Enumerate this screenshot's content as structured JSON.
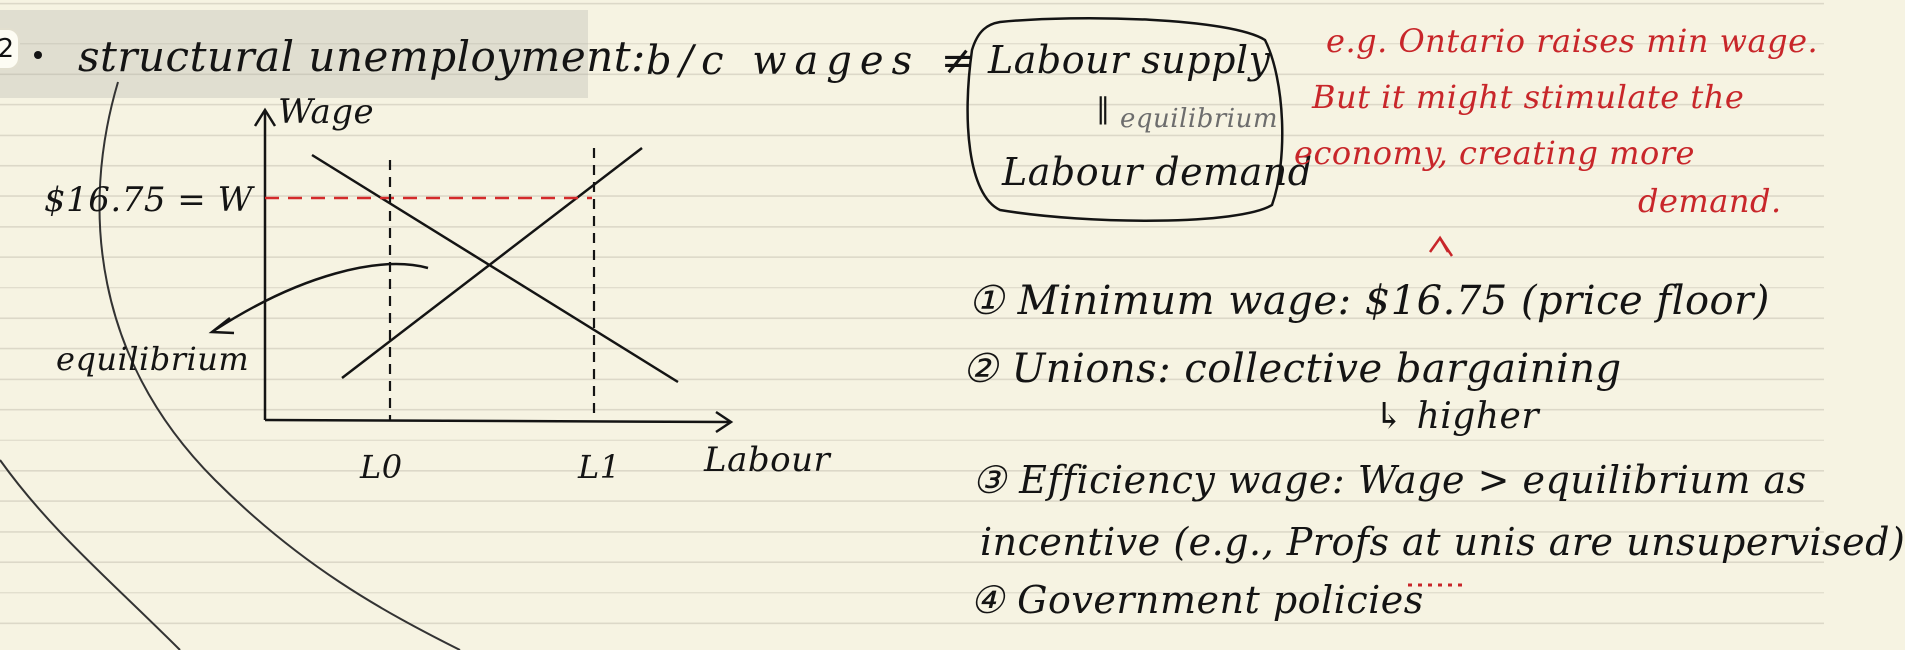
{
  "heading": {
    "badge_number": "2",
    "title": "structural unemployment:",
    "cause": "b/c wages ≠"
  },
  "box": {
    "supply": "Labour supply",
    "equals": "‖",
    "equilibrium": "equilibrium",
    "demand": "Labour demand"
  },
  "example": {
    "line1": "e.g. Ontario raises min wage.",
    "line2": "But it might stimulate the",
    "line3": "economy, creating more",
    "line4": "demand."
  },
  "graph": {
    "y_axis": "Wage",
    "x_axis": "Labour",
    "wage_label": "$16.75 = W",
    "l0": "L0",
    "l1": "L1",
    "equilibrium_label": "equilibrium"
  },
  "causes": {
    "item1": "① Minimum wage: $16.75 (price floor)",
    "item2": "② Unions: collective bargaining",
    "item2_sub": "↳ higher",
    "item3a": "③ Efficiency wage: Wage > equilibrium as",
    "item3b": "incentive (e.g., Profs at unis are unsupervised)",
    "item4": "④ Government policies"
  },
  "colors": {
    "ink": "#141414",
    "red": "#c8262a",
    "paper": "#f6f3e2",
    "highlight": "#aaaaa0"
  }
}
